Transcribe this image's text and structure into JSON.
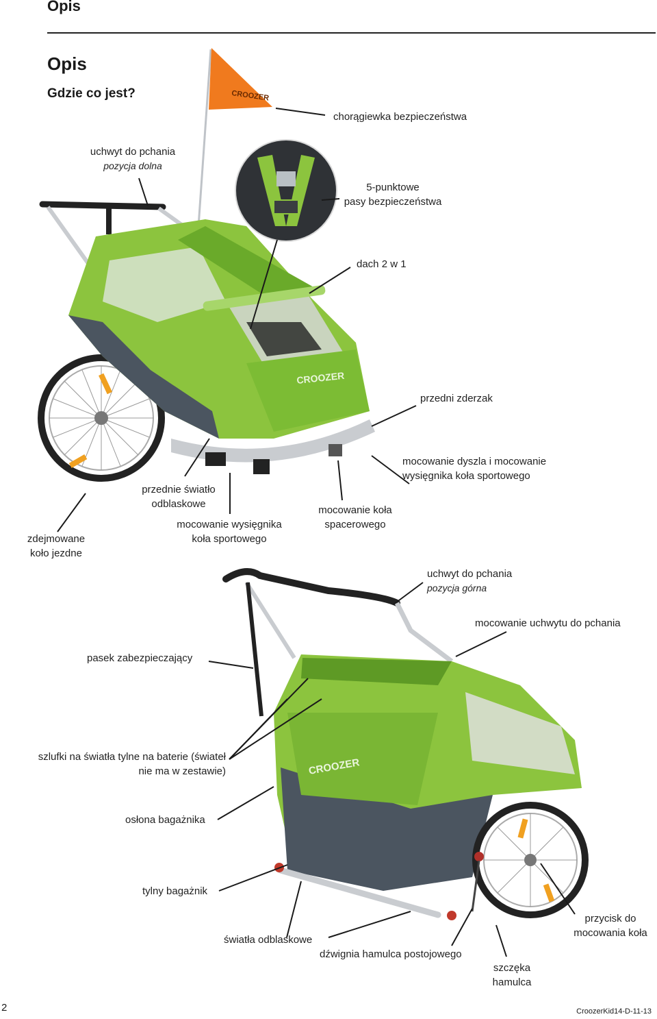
{
  "header": {
    "section": "Opis"
  },
  "title": "Opis",
  "subtitle": "Gdzie co jest?",
  "labels": {
    "flag": "chorągiewka bezpieczeństwa",
    "handle_low": "uchwyt do pchania",
    "handle_low_pos": "pozycja dolna",
    "harness_1": "5-punktowe",
    "harness_2": "pasy bezpieczeństwa",
    "roof": "dach 2 w 1",
    "bumper": "przedni zderzak",
    "hitch_1": "mocowanie dyszla i mocowanie",
    "hitch_2": "wysięgnika koła sportowego",
    "front_refl_1": "przednie światło",
    "front_refl_2": "odblaskowe",
    "stroller_1": "mocowanie koła",
    "stroller_2": "spacerowego",
    "jogger_1": "mocowanie wysięgnika",
    "jogger_2": "koła sportowego",
    "wheel_1": "zdejmowane",
    "wheel_2": "koło jezdne",
    "handle_up": "uchwyt do pchania",
    "handle_up_pos": "pozycja górna",
    "handle_mount": "mocowanie uchwytu do pchania",
    "strap": "pasek zabezpieczający",
    "loops_1": "szlufki na światła tylne na baterie (świateł",
    "loops_2": "nie ma w zestawie)",
    "cargo_cover": "osłona bagażnika",
    "cargo": "tylny bagażnik",
    "reflectors": "światła odblaskowe",
    "brake_lever": "dźwignia hamulca postojowego",
    "brake_shoe_1": "szczęka",
    "brake_shoe_2": "hamulca",
    "release_1": "przycisk do",
    "release_2": "mocowania koła"
  },
  "images": {
    "flag_text": "CROOZER",
    "trailer_front_text": "CROOZER",
    "trailer_rear_text": "CROOZER"
  },
  "footer": {
    "page": "2",
    "doc_id": "CroozerKid14-D-11-13"
  },
  "colors": {
    "canopy": "#8cc43e",
    "canopy_dark": "#5e9a25",
    "flag": "#f07a1e",
    "frame": "#c9ccd0",
    "tub": "#4b5560"
  }
}
